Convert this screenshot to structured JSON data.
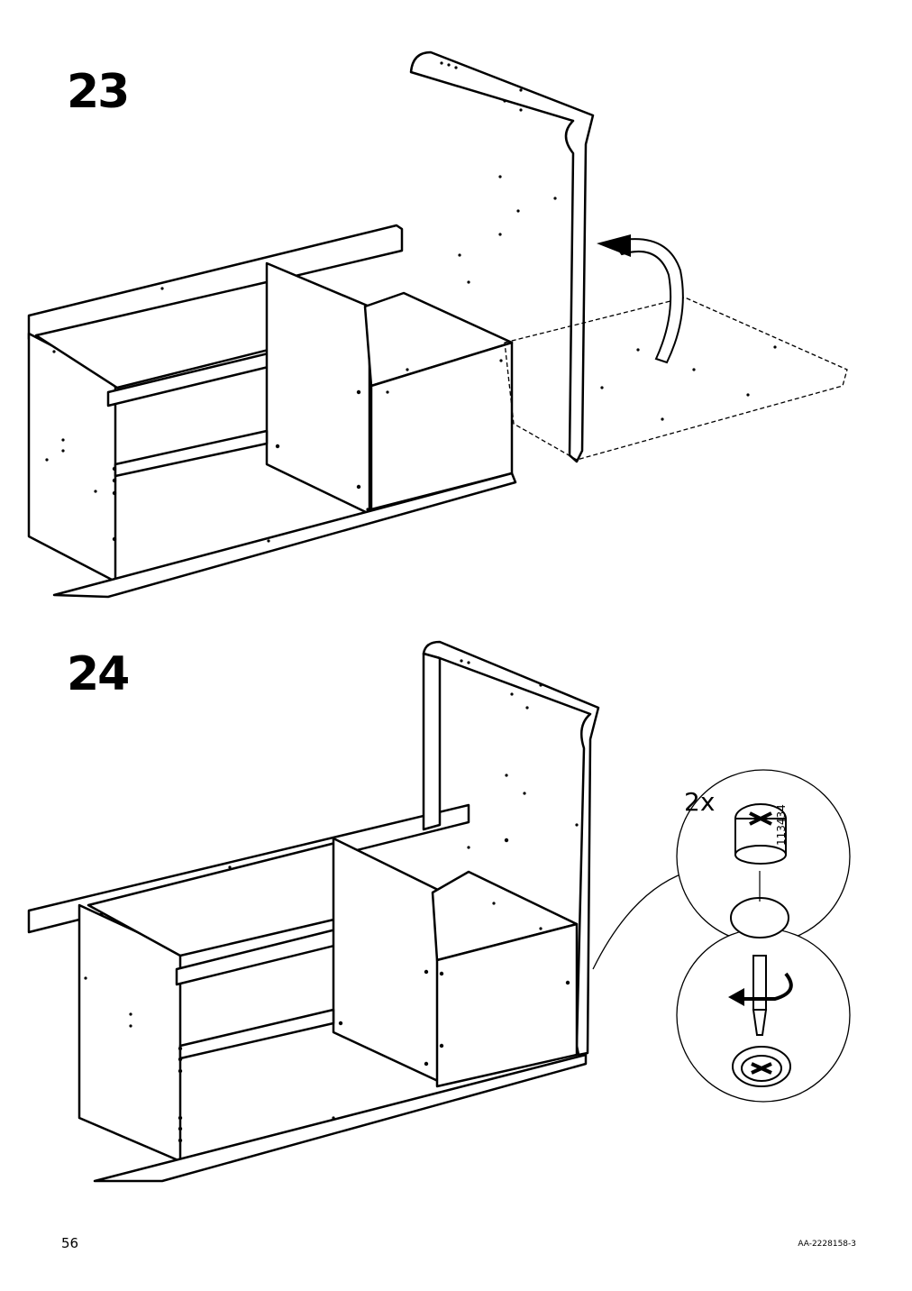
{
  "steps": [
    {
      "number": "23"
    },
    {
      "number": "24"
    }
  ],
  "detail": {
    "quantity": "2x",
    "part_number": "113434"
  },
  "footer": {
    "page_number": "56",
    "document_code": "AA-2228158-3"
  },
  "icons": [
    "rotation-arrow-icon",
    "clockwise-turn-icon",
    "cam-lock-fitting-icon",
    "screwdriver-icon"
  ]
}
